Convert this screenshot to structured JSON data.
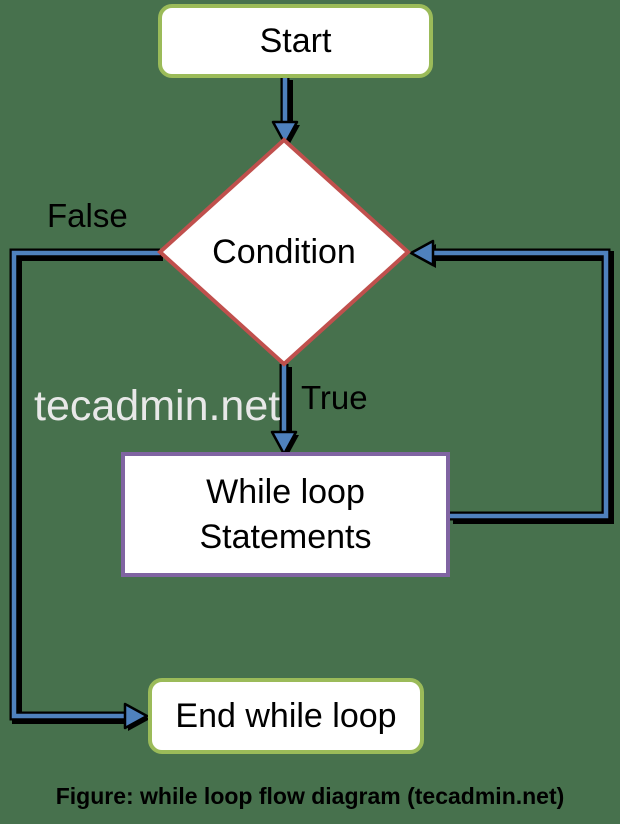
{
  "title": "while loop flow diagram",
  "colors": {
    "background": "#47714D",
    "shape_fill": "#FFFFFF",
    "terminator_border": "#9BBB59",
    "decision_border": "#C0504D",
    "process_border": "#8064A2",
    "connector": "#4F81BD",
    "connector_outline": "#000000",
    "label_text": "#000000",
    "watermark_text": "#E8E8E8"
  },
  "nodes": {
    "start": {
      "label": "Start",
      "shape": "rounded-rectangle"
    },
    "condition": {
      "label": "Condition",
      "shape": "diamond"
    },
    "statements": {
      "label": "While loop\nStatements",
      "shape": "rectangle"
    },
    "end": {
      "label": "End while loop",
      "shape": "rounded-rectangle"
    }
  },
  "branch_labels": {
    "false": "False",
    "true": "True"
  },
  "watermark": "tecadmin.net",
  "caption": "Figure: while loop flow diagram (tecadmin.net)",
  "flow": [
    "Start -> Condition",
    "Condition -True-> While loop Statements",
    "While loop Statements -> Condition",
    "Condition -False-> End while loop"
  ]
}
